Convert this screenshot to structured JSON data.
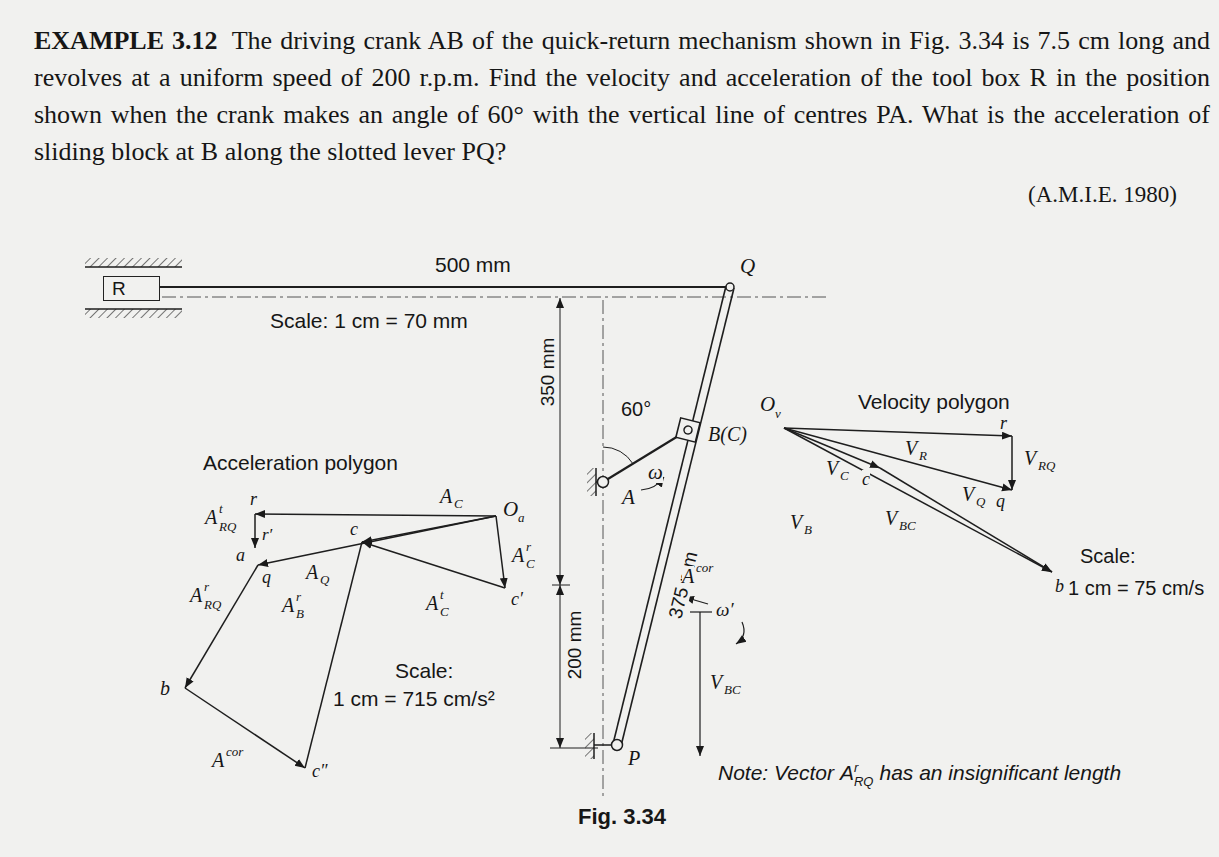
{
  "diagram": {
    "title": "EXAMPLE 3.12",
    "caption": "Fig. 3.34",
    "nodes": [
      {
        "text": [
          "R"
        ]
      }
    ],
    "labels": [
      "The driving crank AB of the quick-return mechanism shown in Fig. 3.34 is 7.5 cm long and revolves at a uniform speed of 200 r.p.m. Find the velocity and acceleration of the tool box R in the position shown when the crank makes an angle of 60° with the vertical line of centres PA. What is the acceleration of sliding block at B along the slotted lever PQ?",
      "(A.M.I.E. 1980)",
      "500 mm",
      "Scale: 1 cm = 70 mm",
      "Q",
      "350 mm",
      "200 mm",
      "60°",
      "ω",
      "A",
      "375 mm",
      "B(C)",
      "P",
      "A",
      "cor",
      "ω′",
      "V",
      "BC",
      "O",
      "v",
      "Velocity polygon",
      "V",
      "R",
      "r",
      "V",
      "C",
      "c",
      "V",
      "Q",
      "V",
      "RQ",
      "q",
      "V",
      "B",
      "V",
      "BC",
      "b",
      "Scale:",
      "1 cm = 75 cm/s",
      "Acceleration polygon",
      "A",
      "C",
      "O",
      "a",
      "A",
      "t",
      "RQ",
      "r",
      "r′",
      "a",
      "q",
      "A",
      "Q",
      "c",
      "A",
      "r",
      "C",
      "A",
      "r",
      "RQ",
      "A",
      "r",
      "B",
      "A",
      "t",
      "C",
      "c′",
      "b",
      "Scale:",
      "1 cm = 715 cm/s²",
      "A",
      "cor",
      "c″",
      "Note: Vector",
      "A",
      "r",
      "RQ",
      "has an insignificant length"
    ]
  }
}
